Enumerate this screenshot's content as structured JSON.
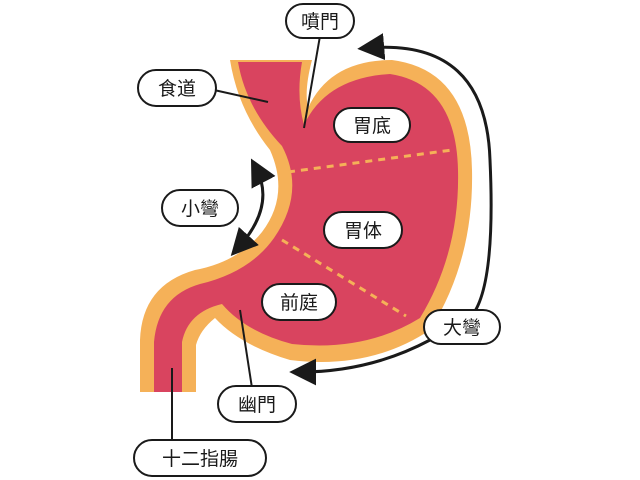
{
  "colors": {
    "stomach_fill": "#d9445f",
    "stomach_rim": "#f5b158",
    "divider": "#f5b158",
    "outline": "#1a1a1a",
    "label_bg": "#ffffff"
  },
  "labels": {
    "cardia": "噴門",
    "esophagus": "食道",
    "fundus": "胃底",
    "lesser_curvature": "小彎",
    "body": "胃体",
    "antrum": "前庭",
    "greater_curvature": "大彎",
    "pylorus": "幽門",
    "duodenum": "十二指腸"
  },
  "icons": [
    "arrowhead-icon"
  ]
}
